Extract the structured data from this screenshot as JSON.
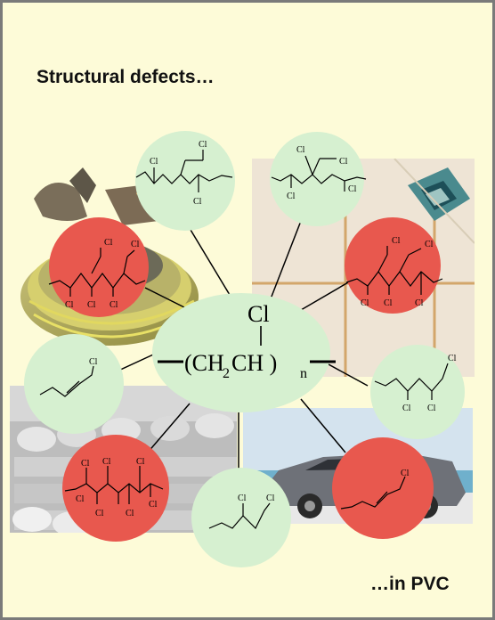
{
  "slide": {
    "title": "Structural defects…",
    "footer": "…in PVC"
  },
  "center": {
    "cl": "Cl",
    "formula_left": "(CH",
    "formula_sub2": "2",
    "formula_mid": "CH )",
    "formula_sub_n": "n"
  },
  "atom_label": "Cl",
  "colors": {
    "background": "#fdfbd8",
    "green_circle": "#d6f0d0",
    "red_circle": "#e8584e",
    "border": "#7a7a7a"
  },
  "photos": [
    "cable-photo",
    "tile-photo",
    "pipes-photo",
    "car-photo"
  ]
}
